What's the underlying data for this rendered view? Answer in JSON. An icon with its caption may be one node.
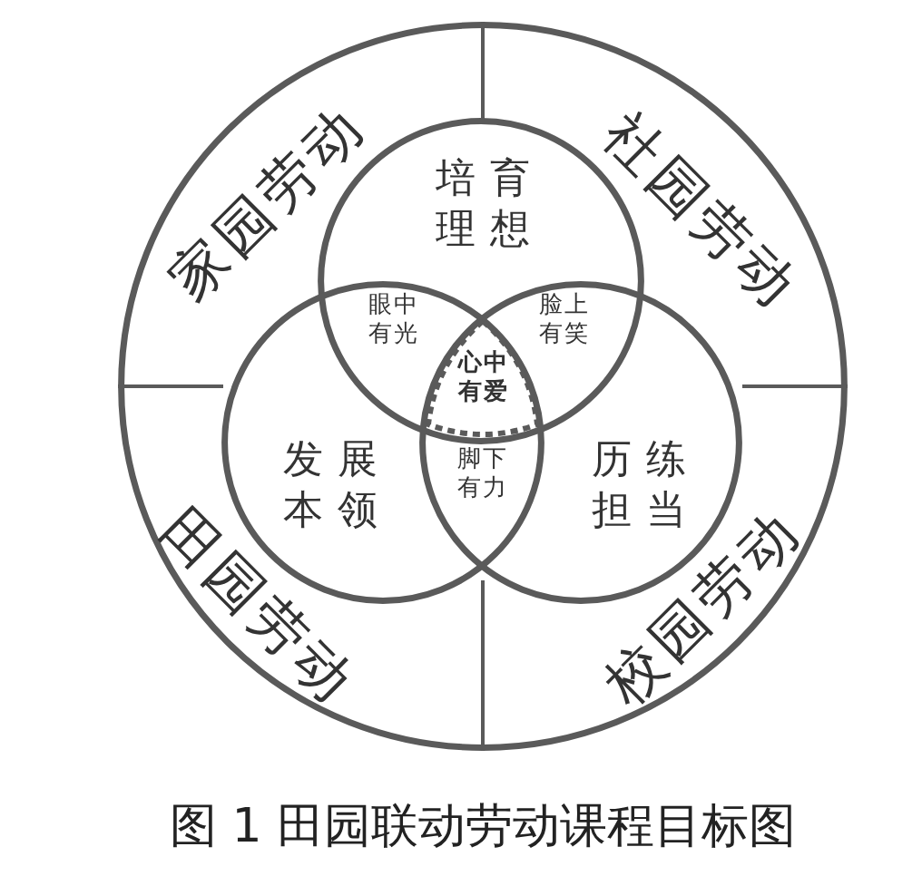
{
  "diagram": {
    "caption": "图 1 田园联动劳动课程目标图",
    "nodes": [
      {
        "text": [
          "家园劳动",
          "社园劳动",
          "田园劳动",
          "校园劳动"
        ]
      },
      {
        "text": [
          "培育理想"
        ],
        "in": 0
      },
      {
        "text": [
          "发展本领"
        ],
        "in": 0
      },
      {
        "text": [
          "历练担当"
        ],
        "in": 0
      },
      {
        "text": [
          "心中有爱"
        ]
      }
    ],
    "labels": [
      "眼中有光",
      "脸上有笑",
      "脚下有力"
    ]
  }
}
